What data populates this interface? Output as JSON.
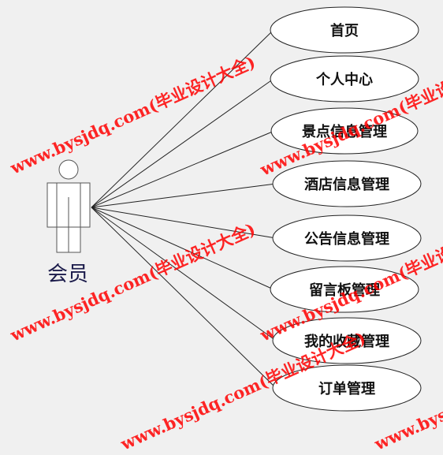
{
  "actor": {
    "label": "会员"
  },
  "use_cases": [
    {
      "label": "首页"
    },
    {
      "label": "个人中心"
    },
    {
      "label": "景点信息管理"
    },
    {
      "label": "酒店信息管理"
    },
    {
      "label": "公告信息管理"
    },
    {
      "label": "留言板管理"
    },
    {
      "label": "我的收藏管理"
    },
    {
      "label": "订单管理"
    }
  ],
  "watermark": {
    "text": "www.bysjdq.com(毕业设计大全)",
    "color": "#ff0000"
  },
  "colors": {
    "background": "#f0f0f0",
    "line": "#222222",
    "ellipse_fill": "#ffffff"
  }
}
